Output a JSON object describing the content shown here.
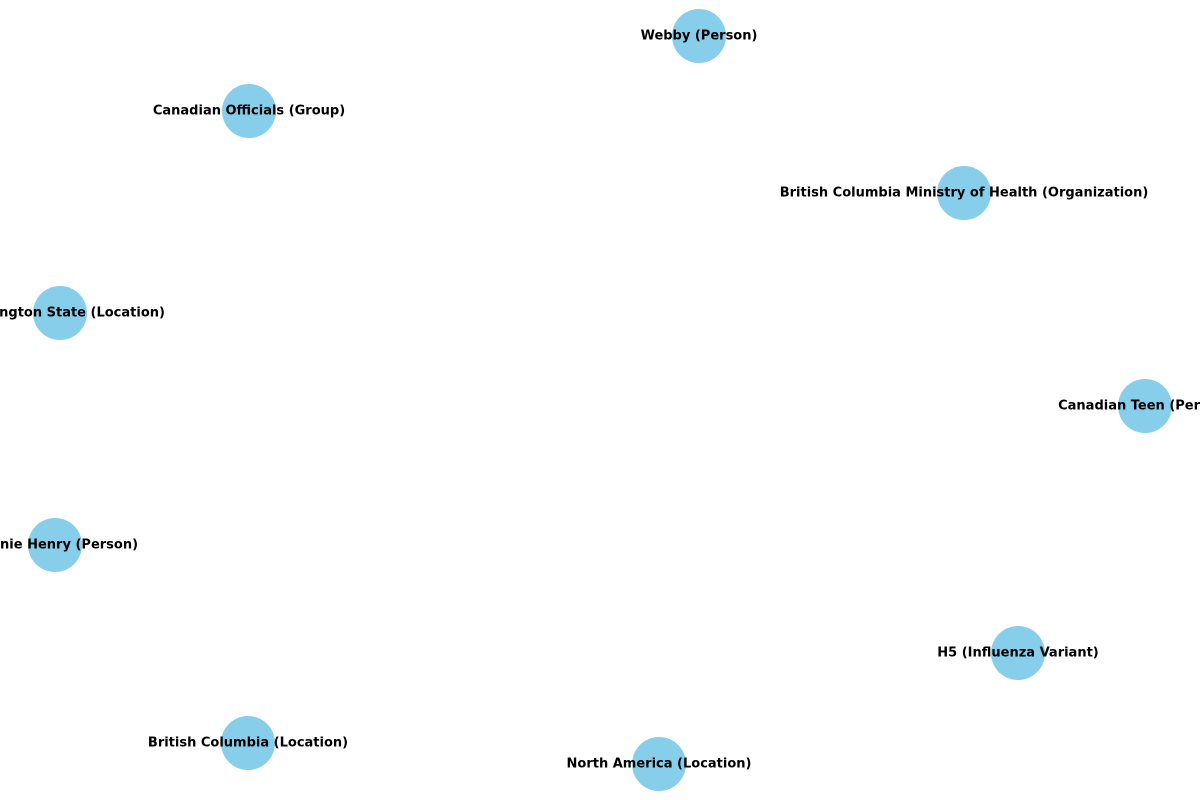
{
  "graph": {
    "node_color": "#87ceeb",
    "edges": [],
    "nodes": [
      {
        "label": "Webby (Person)"
      },
      {
        "label": "Canadian Officials (Group)"
      },
      {
        "label": "British Columbia Ministry of Health (Organization)"
      },
      {
        "label": "Washington State (Location)"
      },
      {
        "label": "Canadian Teen (Person)"
      },
      {
        "label": "Bonnie Henry (Person)"
      },
      {
        "label": "H5 (Influenza Variant)"
      },
      {
        "label": "British Columbia (Location)"
      },
      {
        "label": "North America (Location)"
      }
    ]
  }
}
